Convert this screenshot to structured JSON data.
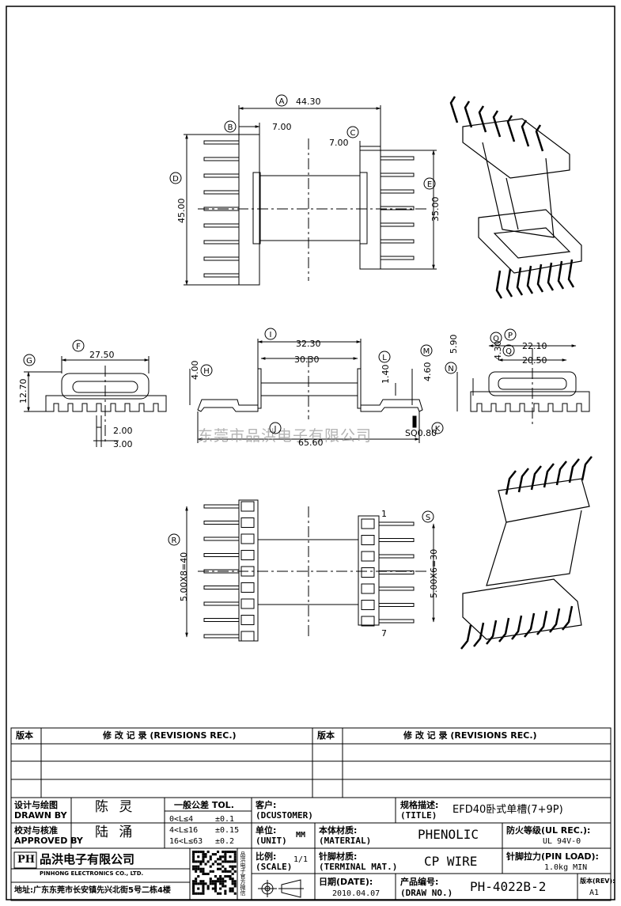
{
  "watermark": "东莞市品洪电子有限公司",
  "dims": {
    "A": "A",
    "B": "B",
    "C": "C",
    "D": "D",
    "E": "E",
    "F": "F",
    "G": "G",
    "H": "H",
    "I": "I",
    "J": "J",
    "K": "K",
    "L": "L",
    "M": "M",
    "N": "N",
    "O": "O",
    "P": "P",
    "Q": "Q",
    "R": "R",
    "S": "S",
    "a_val": "44.30",
    "b_val": "7.00",
    "c_val": "7.00",
    "d_val": "45.00",
    "e_val": "35.00",
    "f_val": "27.50",
    "g_val": "12.70",
    "g_sub1": "2.00",
    "g_sub2": "3.00",
    "h_val": "4.00",
    "i_val": "32.30",
    "i_sub": "30.30",
    "j_val": "65.60",
    "k_val": "SQ0.80",
    "l_val": "1.40",
    "m_val": "4.60",
    "n_val": "5.90",
    "o_val": "4.30",
    "p_val": "22.10",
    "q_val": "20.50",
    "r_val": "5.00X8=40",
    "s_val": "5.00X6=30",
    "pin1": "1",
    "pin7": "7"
  },
  "revisions": {
    "col_ver": "版本",
    "col_rec": "修 改 记 录 (REVISIONS REC.)",
    "col_ver2": "版本",
    "col_rec2": "修 改 记 录 (REVISIONS REC.)"
  },
  "titleblock": {
    "drawn_cn": "设计与绘图",
    "drawn_en": "DRAWN BY",
    "drawn_name": "陈 灵",
    "approved_cn": "校对与核准",
    "approved_en": "APPROVED BY",
    "approved_name": "陆 涌",
    "tol_title": "一般公差 TOL.",
    "tol_r1a": "0<L≤4",
    "tol_r1b": "±0.1",
    "tol_r2a": "4<L≤16",
    "tol_r2b": "±0.15",
    "tol_r3a": "16<L≤63",
    "tol_r3b": "±0.2",
    "customer_cn": "客户:",
    "customer_en": "(DCUSTOMER)",
    "title_cn": "规格描述:",
    "title_en": "(TITLE)",
    "title_val": "EFD40卧式单槽(7+9P)",
    "unit_cn": "单位:",
    "unit_en": "(UNIT)",
    "unit_val": "MM",
    "material_cn": "本体材质:",
    "material_en": "(MATERIAL)",
    "material_val": "PHENOLIC",
    "fire_cn": "防火等级(UL REC.):",
    "fire_val": "UL 94V-0",
    "company_logo": "PH",
    "company_cn": "品洪电子有限公司",
    "company_en": "PINHONG ELECTRONICS CO., LTD.",
    "address": "地址:广东东莞市长安镇先兴北街5号二栋4楼",
    "qr_text": "品洪电子官方微信",
    "scale_cn": "比例:",
    "scale_en": "(SCALE)",
    "scale_val": "1/1",
    "terminal_cn": "针脚材质:",
    "terminal_en": "(TERMINAL MAT.)",
    "terminal_val": "CP WIRE",
    "pinload_cn": "针脚拉力(PIN LOAD):",
    "pinload_val": "1.0kg MIN",
    "date_cn": "日期(DATE):",
    "date_val": "2010.04.07",
    "drawno_cn": "产品编号:",
    "drawno_en": "(DRAW NO.)",
    "drawno_val": "PH-4022B-2",
    "rev_cn": "版本(REV):",
    "rev_val": "A1"
  }
}
